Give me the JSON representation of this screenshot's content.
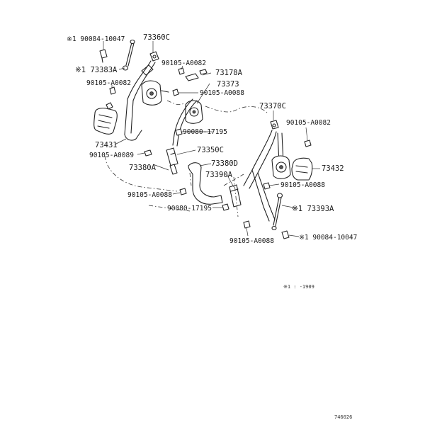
{
  "labels": {
    "p90084_top": "※1 90084-10047",
    "p73360C": "73360C",
    "p73383A_top": "※1 73383A",
    "p90105_A0082_a": "90105-A0082",
    "p73178A": "73178A",
    "p90105_A0082_b": "90105-A0082",
    "p73373": "73373",
    "p90105_A0088_a": "90105-A0088",
    "p73370C": "73370C",
    "p90105_A0082_c": "90105-A0082",
    "p90080_17195_a": "90080-17195",
    "p73431": "73431",
    "p90105_A0089": "90105-A0089",
    "p73350C": "73350C",
    "p73380A": "73380A",
    "p73380D": "73380D",
    "p73432": "73432",
    "p73390A": "73390A",
    "p90105_A0088_b": "90105-A0088",
    "p90105_A0088_c": "90105-A0088",
    "p73393A": "※1 73393A",
    "p90080_17195_b": "90080-17195",
    "p90084_bottom": "※1 90084-10047",
    "p90105_A0088_d": "90105-A0088",
    "note": "※1 :        -1909",
    "fig_code": "746026"
  }
}
